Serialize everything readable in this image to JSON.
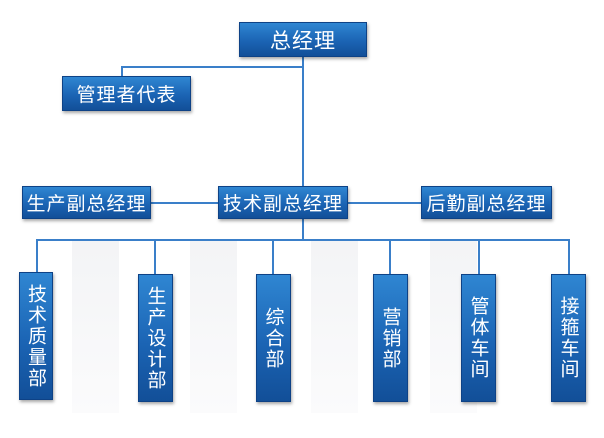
{
  "diagram": {
    "top": {
      "label": "总经理"
    },
    "rep": {
      "label": "管理者代表"
    },
    "vps": [
      {
        "label": "生产副总经理"
      },
      {
        "label": "技术副总经理"
      },
      {
        "label": "后勤副总经理"
      }
    ],
    "departments": [
      {
        "label": "技术质量部"
      },
      {
        "label": "生产设计部"
      },
      {
        "label": "综合部"
      },
      {
        "label": "营销部"
      },
      {
        "label": "管体车间"
      },
      {
        "label": "接箍车间"
      }
    ]
  },
  "colors": {
    "box": "#1b64b4",
    "line": "#3a7fc9",
    "text": "#ffffff"
  }
}
